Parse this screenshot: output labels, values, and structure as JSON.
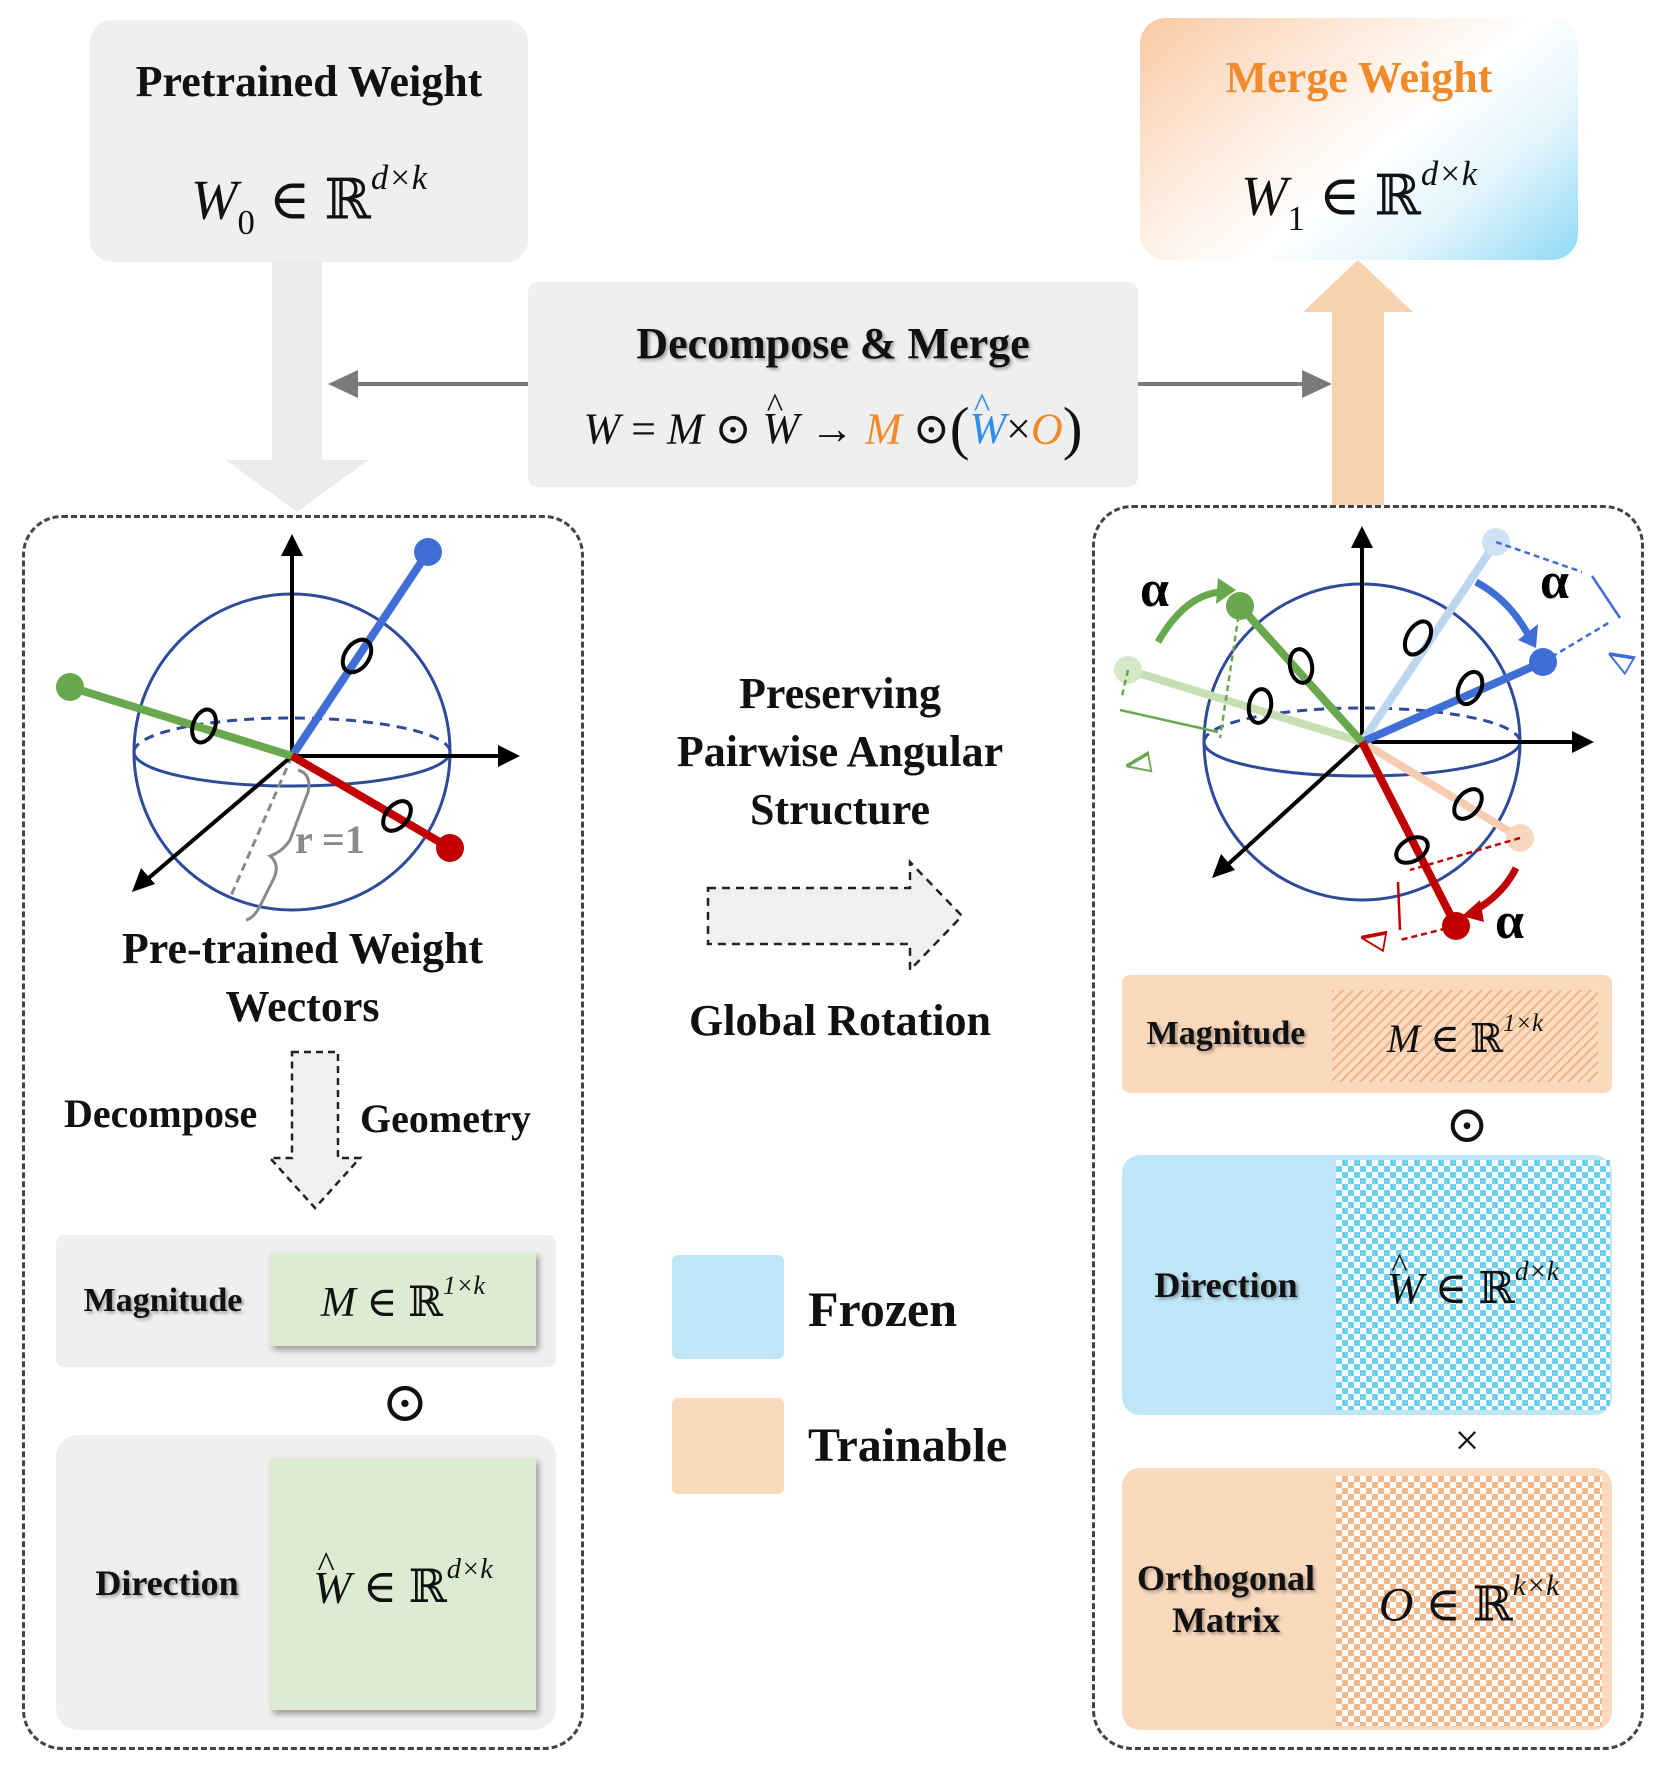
{
  "top": {
    "pretrained_title": "Pretrained Weight",
    "merge_title": "Merge Weight",
    "w0_base": "W",
    "w0_sub": "0",
    "w1_base": "W",
    "w1_sub": "1",
    "in_symbol": "∈",
    "reals": "ℝ",
    "dk": "d×k"
  },
  "center": {
    "title": "Decompose & Merge",
    "eq": {
      "w": "W",
      "eq": "=",
      "m": "M",
      "odot": "⊙",
      "what": "W",
      "hat": "^",
      "arrow": "→",
      "m2": "M",
      "odot2": "⊙",
      "lparen": "(",
      "what2": "W",
      "times": "×",
      "o": "O",
      "rparen": ")"
    },
    "preserving": [
      "Preserving",
      "Pairwise Angular",
      "Structure"
    ],
    "global_rotation": "Global Rotation"
  },
  "left_panel": {
    "radius_label": "r =1",
    "vectors_label": [
      "Pre-trained Weight",
      "Wectors"
    ],
    "decompose": "Decompose",
    "geometry": "Geometry",
    "magnitude_label": "Magnitude",
    "magnitude_m": "M",
    "magnitude_dim": "1×k",
    "odot": "⊙",
    "direction_label": "Direction",
    "direction_w": "W",
    "direction_dim": "d×k"
  },
  "right_panel": {
    "alpha": "α",
    "delta": "Δ",
    "magnitude_label": "Magnitude",
    "magnitude_m": "M",
    "magnitude_dim": "1×k",
    "odot": "⊙",
    "direction_label": "Direction",
    "direction_w": "W",
    "direction_dim": "d×k",
    "times": "×",
    "orth_label": [
      "Orthogonal",
      "Matrix"
    ],
    "orth_o": "O",
    "orth_dim": "k×k"
  },
  "legend": {
    "frozen": "Frozen",
    "trainable": "Trainable",
    "frozen_color": "#bfe6f6",
    "trainable_color": "#fbd9bd"
  },
  "colors": {
    "blue_vec": "#3f6fd6",
    "green_vec": "#6aa84f",
    "red_vec": "#c00000",
    "merge_orange": "#f08a2a",
    "w_blue": "#2f8fe8"
  }
}
